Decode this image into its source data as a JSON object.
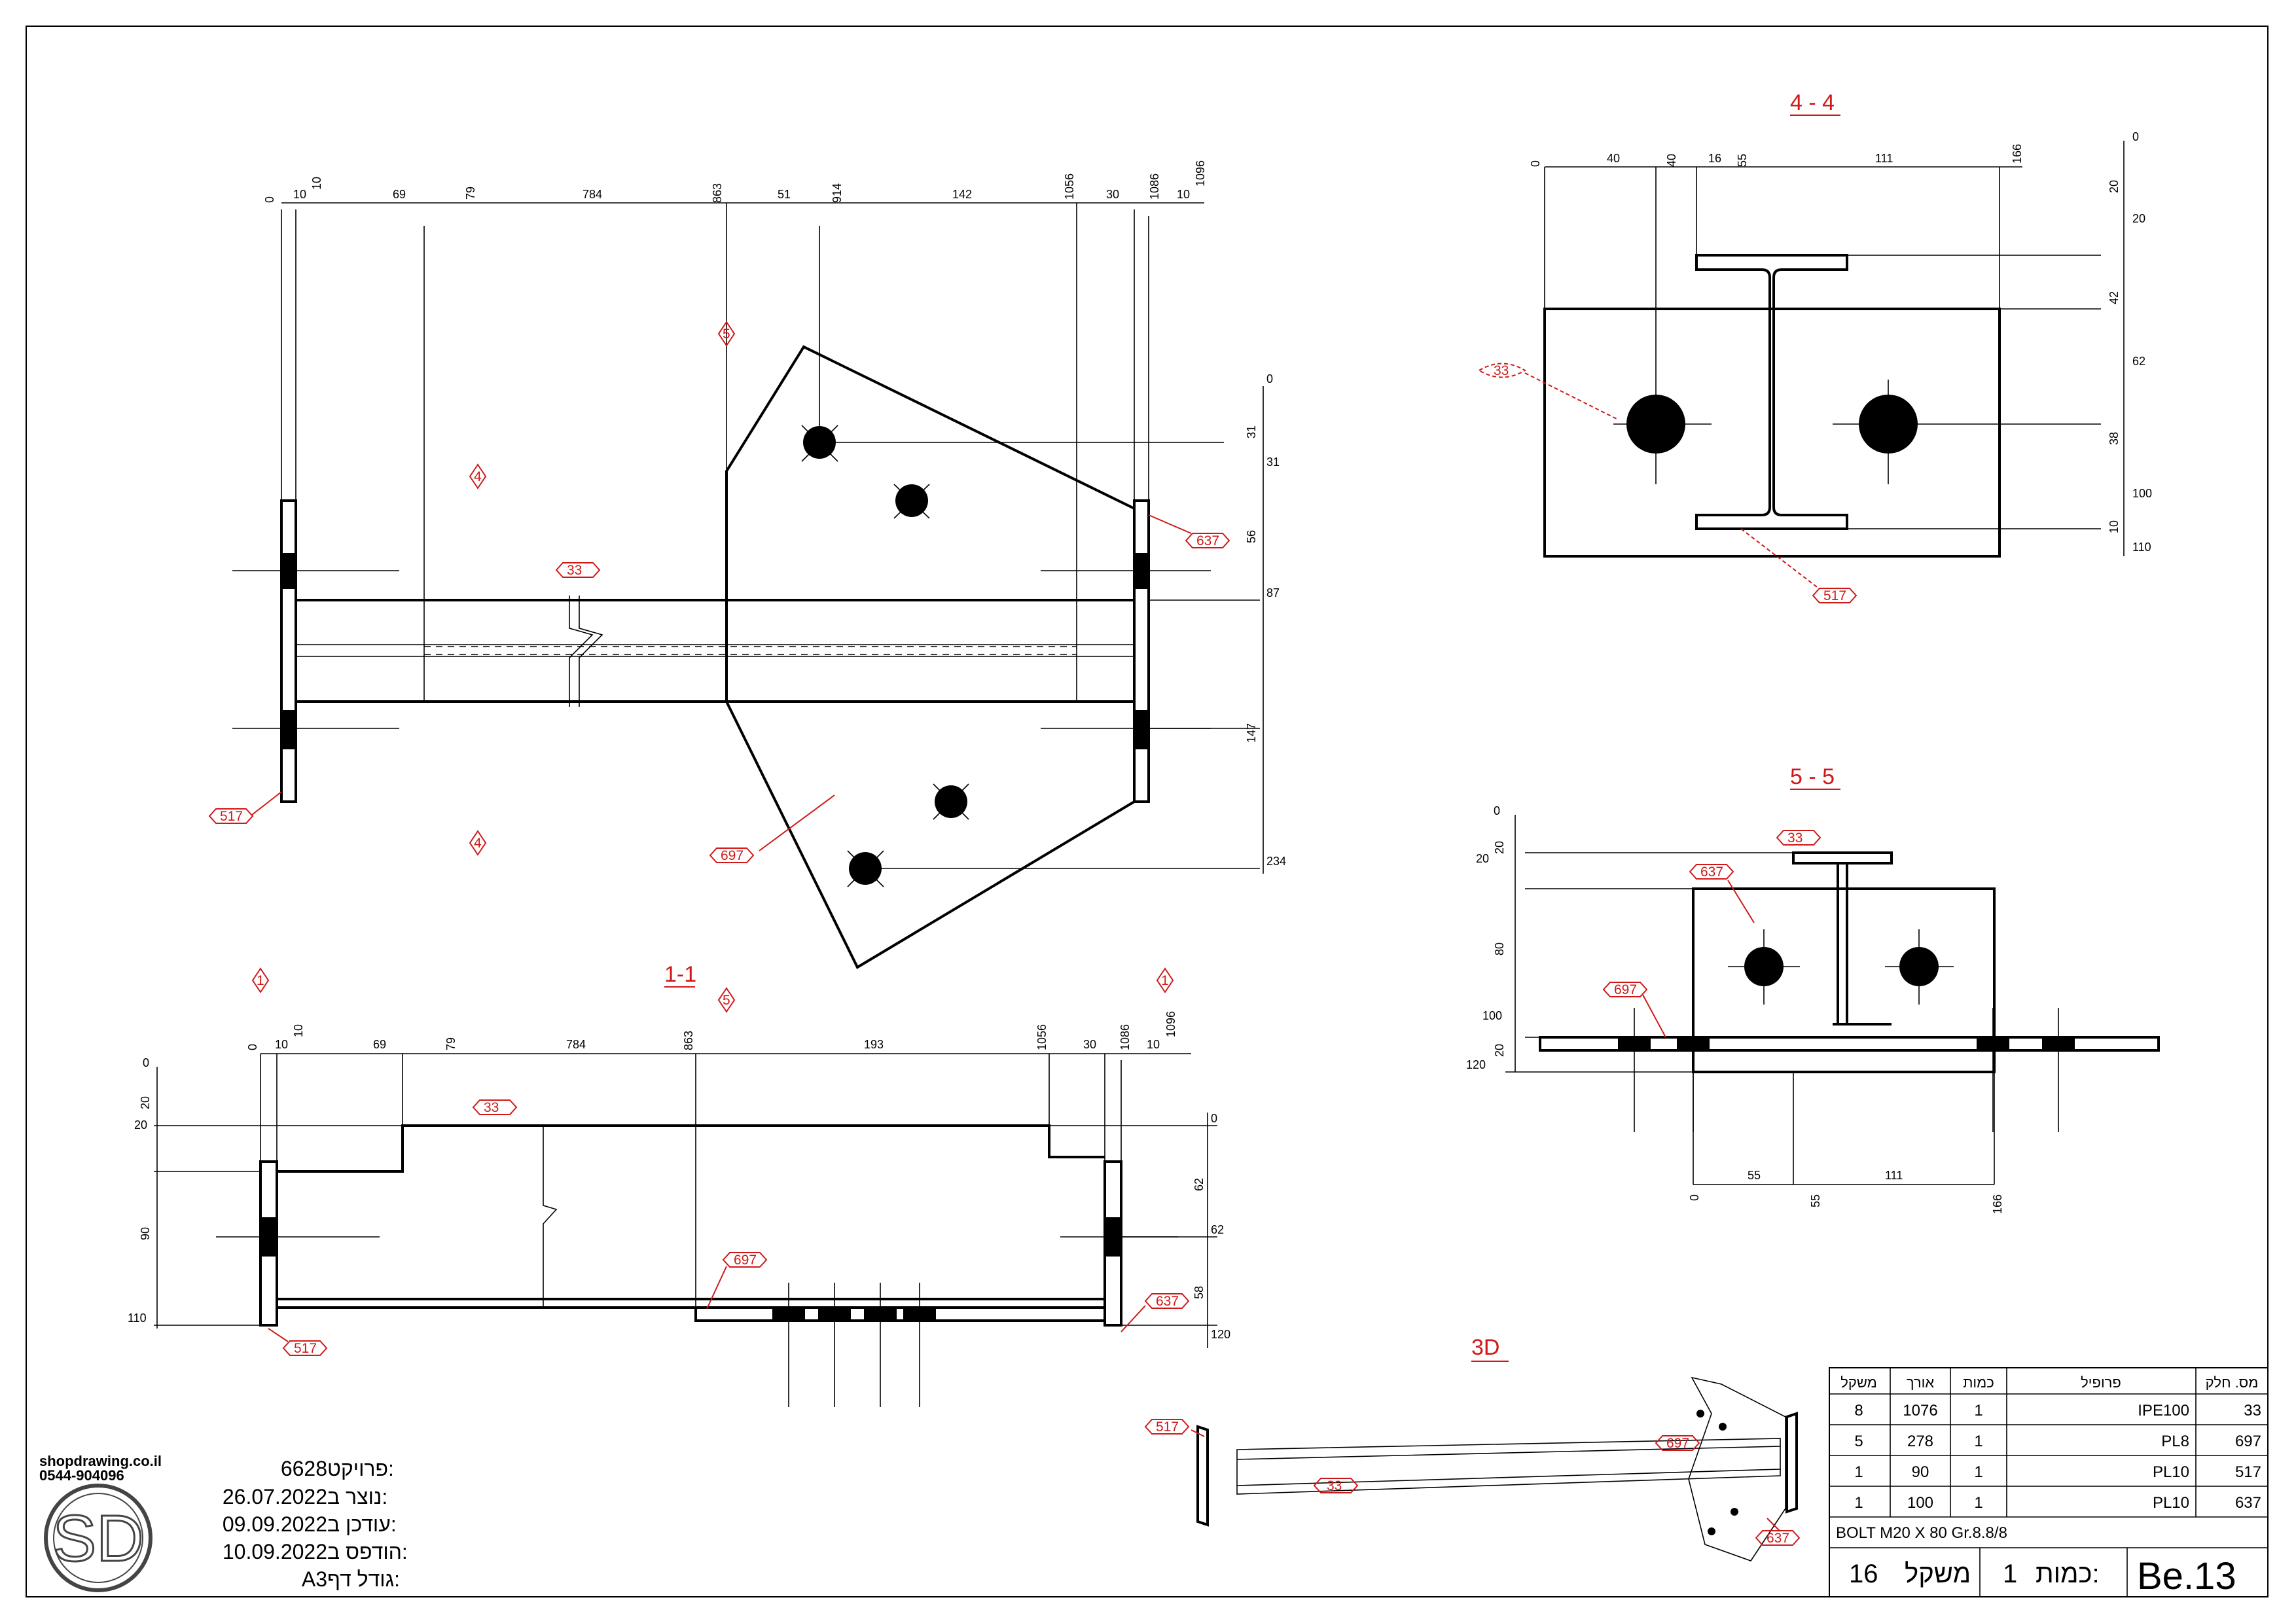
{
  "sections": {
    "sec44": "4 - 4",
    "sec55": "5 - 5",
    "sec11": "1-1",
    "view3d": "3D",
    "mark4": "4",
    "mark5": "5",
    "mark1": "1"
  },
  "tags": {
    "p33": "33",
    "p517": "517",
    "p637": "637",
    "p697": "697"
  },
  "dims": {
    "top_cum": [
      "0",
      "10",
      "79",
      "863",
      "914",
      "1056",
      "1086",
      "1096"
    ],
    "top_seg": [
      "10",
      "69",
      "784",
      "51",
      "142",
      "30",
      "10"
    ],
    "top_right": [
      "0",
      "31",
      "87",
      "234"
    ],
    "top_right_seg": [
      "31",
      "56",
      "147"
    ],
    "sec11_cum": [
      "0",
      "10",
      "79",
      "863",
      "1056",
      "1086",
      "1096"
    ],
    "sec11_seg": [
      "10",
      "69",
      "784",
      "193",
      "30",
      "10"
    ],
    "sec11_left": [
      "0",
      "20",
      "110"
    ],
    "sec11_left_seg": [
      "20",
      "90"
    ],
    "sec11_right": [
      "0",
      "62",
      "120"
    ],
    "sec11_right_seg": [
      "62",
      "58"
    ],
    "s44_cum": [
      "0",
      "40",
      "55",
      "166"
    ],
    "s44_seg": [
      "40",
      "16",
      "111"
    ],
    "s44_right": [
      "0",
      "20",
      "62",
      "100",
      "110"
    ],
    "s44_right_seg": [
      "20",
      "42",
      "38",
      "10"
    ],
    "s55_left": [
      "0",
      "20",
      "100",
      "120"
    ],
    "s55_left_seg": [
      "20",
      "80",
      "20"
    ],
    "s55_bot": [
      "0",
      "55",
      "166"
    ],
    "s55_bot_seg": [
      "55",
      "111"
    ]
  },
  "table": {
    "headers": [
      "משקל",
      "אורך",
      "כמות",
      "פרופיל",
      "מס. חלק"
    ],
    "rows": [
      [
        "8",
        "1076",
        "1",
        "IPE100",
        "33"
      ],
      [
        "5",
        "278",
        "1",
        "PL8",
        "697"
      ],
      [
        "1",
        "90",
        "1",
        "PL10",
        "517"
      ],
      [
        "1",
        "100",
        "1",
        "PL10",
        "637"
      ]
    ],
    "bolt": "BOLT M20 X 80 Gr.8.8/8",
    "weight_value": "16",
    "weight_label": "משקל",
    "qty_value": "1",
    "qty_label": "כמות:",
    "mark": "Be.13"
  },
  "info": {
    "website": "shopdrawing.co.il",
    "phone": "0544-904096",
    "project_label": "פרויקט:",
    "project_value": "6628",
    "created_label": "נוצר ב:",
    "created_value": "26.07.2022",
    "updated_label": "עודכן ב:",
    "updated_value": "09.09.2022",
    "printed_label": "הודפס ב:",
    "printed_value": "10.09.2022",
    "size_label": "גודל דף:",
    "size_value": "A3",
    "logo": "SD"
  },
  "colors": {
    "line": "#000000",
    "annotation": "#d01818"
  }
}
